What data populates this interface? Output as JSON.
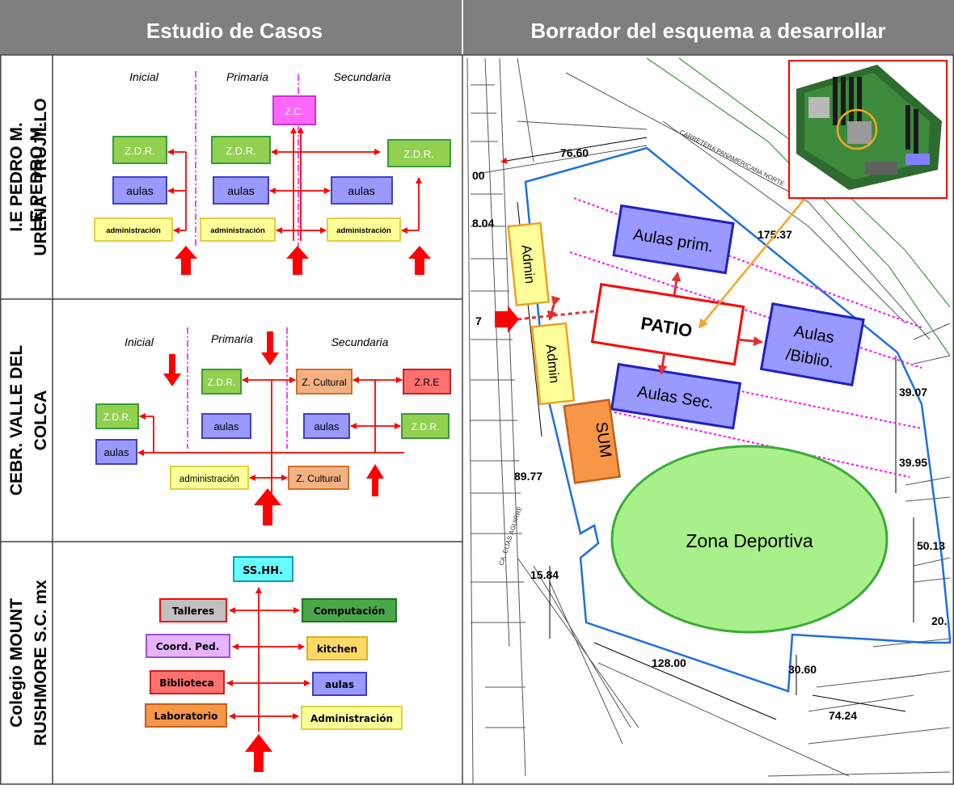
{
  "header": {
    "left_title": "Estudio de Casos",
    "right_title": "Borrador del esquema a desarrollar"
  },
  "case1": {
    "label_line1": "I.E PEDRO M.",
    "label_line2": "UREÑA - TRUJILLO",
    "col_inicial": "Inicial",
    "col_primaria": "Primaria",
    "col_secundaria": "Secundaria",
    "zc": "Z.C.",
    "zdr": "Z.D.R.",
    "aulas": "aulas",
    "admin": "administración"
  },
  "case2": {
    "label_line1": "CEBR. VALLE DEL",
    "label_line2": "COLCA",
    "col_inicial": "Inicial",
    "col_primaria": "Primaria",
    "col_secundaria": "Secundaria",
    "zdr": "Z.D.R.",
    "zcultural": "Z. Cultural",
    "zre": "Z.R.E",
    "aulas": "aulas",
    "admin": "administración"
  },
  "case3": {
    "label_line1": "Colegio MOUNT",
    "label_line2": "RUSHMORE S.C. mx",
    "sshh": "SS.HH.",
    "talleres": "Talleres",
    "computacion": "Computación",
    "coord": "Coord. Ped.",
    "kitchen": "kitchen",
    "biblioteca": "Biblioteca",
    "aulas": "aulas",
    "laboratorio": "Laboratorio",
    "administracion": "Administración"
  },
  "plan": {
    "dim_top": "76.60",
    "dim_top_right": "175.37",
    "dim_left1": "8.04",
    "dim_left0": "00",
    "dim_left2": "7",
    "dim_right1": "39.07",
    "dim_right2": "39.95",
    "dim_right3": "50.13",
    "dim_right4": "20.",
    "dim_mid": "89.77",
    "dim_15": "15.84",
    "dim_bottom": "128.00",
    "dim_bottom2": "30.60",
    "dim_bottom3": "74.24",
    "road_label": "CARRETERA PANAMERICANA NORTE",
    "street_label": "CA. ELIAS AGUIRRE",
    "admin1": "Admin",
    "admin2": "Admin",
    "aulas_prim": "Aulas prim.",
    "patio": "PATIO",
    "aulas_biblio_1": "Aulas",
    "aulas_biblio_2": "/Biblio.",
    "aulas_sec": "Aulas Sec.",
    "sum": "SUM",
    "zona_deportiva": "Zona Deportiva"
  },
  "colors": {
    "header_bg": "#7f7f7f",
    "red": "#ff0000",
    "green_box": "#92d050",
    "blue_box": "#9999ff",
    "yellow_box": "#ffff99",
    "pink_box": "#ff66ff",
    "orange_box": "#f79646",
    "lot_border": "#1f6fe0",
    "field_fill": "#a8f08a"
  }
}
